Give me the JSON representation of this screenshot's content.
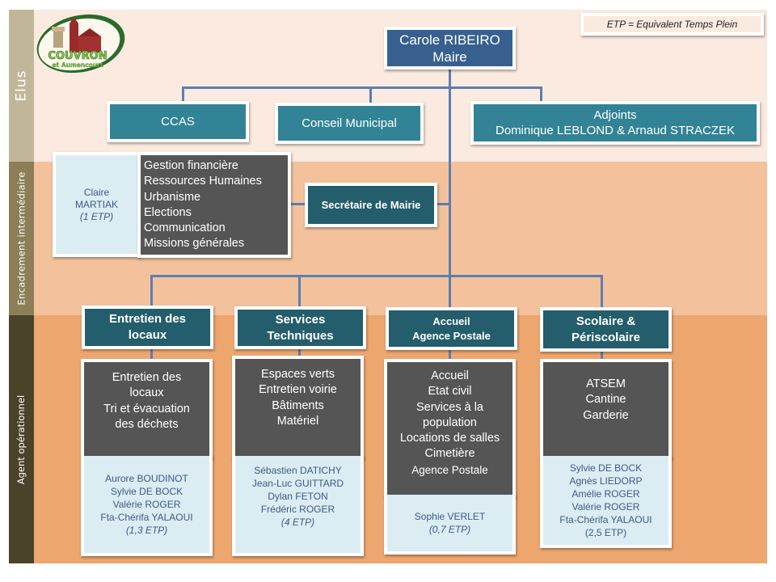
{
  "legend": "ETP = Equivalent Temps Plein",
  "logo": {
    "line1": "COUVRON",
    "line2": "et Aumencourt",
    "icon": "village-logo-icon"
  },
  "bands": {
    "elus": "Elus",
    "encadrement": "Encadrement intermédiaire",
    "agent": "Agent opérationnel"
  },
  "colors": {
    "band_elus": "#fbeadf",
    "band_encadrement": "#f3c29c",
    "band_agent": "#eea66f",
    "maire": "#37608f",
    "elus_boxes": "#318395",
    "service_headers": "#245d6b",
    "task_boxes": "#555555",
    "staff_boxes": "#dcecf3",
    "connectors": "#5a7fb3"
  },
  "maire": {
    "name": "Carole RIBEIRO",
    "title": "Maire"
  },
  "elus": {
    "ccas": "CCAS",
    "conseil": "Conseil Municipal",
    "adjoints_title": "Adjoints",
    "adjoints_names": "Dominique LEBLOND & Arnaud STRACZEK"
  },
  "secretariat": {
    "title": "Secrétaire de Mairie",
    "person": {
      "first": "Claire",
      "last": "MARTIAK",
      "etp": "(1 ETP)"
    },
    "missions": [
      "Gestion financière",
      "Ressources Humaines",
      "Urbanisme",
      "Elections",
      "Communication",
      "Missions générales"
    ]
  },
  "services": [
    {
      "header": [
        "Entretien des",
        "locaux"
      ],
      "tasks": [
        "Entretien des",
        "locaux",
        "Tri  et évacuation",
        "des déchets"
      ],
      "staff": [
        "Aurore BOUDINOT",
        "Sylvie DE BOCK",
        "Valérie ROGER",
        "Fta-Chérifa  YALAOUI"
      ],
      "etp": "(1,3 ETP)"
    },
    {
      "header": [
        "Services",
        "Techniques"
      ],
      "tasks": [
        "Espaces verts",
        "Entretien voirie",
        "Bâtiments",
        "Matériel"
      ],
      "staff": [
        "Sébastien DATICHY",
        "Jean-Luc  GUITTARD",
        "Dylan FETON",
        "Frédéric  ROGER"
      ],
      "etp": "(4 ETP)"
    },
    {
      "header": [
        "Accueil",
        "Agence Postale"
      ],
      "tasks": [
        "Accueil",
        "Etat civil",
        "Services à la",
        "population",
        "Locations de salles",
        "Cimetière",
        "Agence Postale"
      ],
      "staff": [
        "Sophie VERLET"
      ],
      "etp": "(0,7 ETP)"
    },
    {
      "header": [
        "Scolaire &",
        "Périscolaire"
      ],
      "tasks": [
        "ATSEM",
        "Cantine",
        "Garderie"
      ],
      "staff": [
        "Sylvie DE BOCK",
        "Agnès LIEDORP",
        "Amélie ROGER",
        "Valérie ROGER",
        "Fta-Chérifa  YALAOUI"
      ],
      "etp": "(2,5 ETP)"
    }
  ]
}
